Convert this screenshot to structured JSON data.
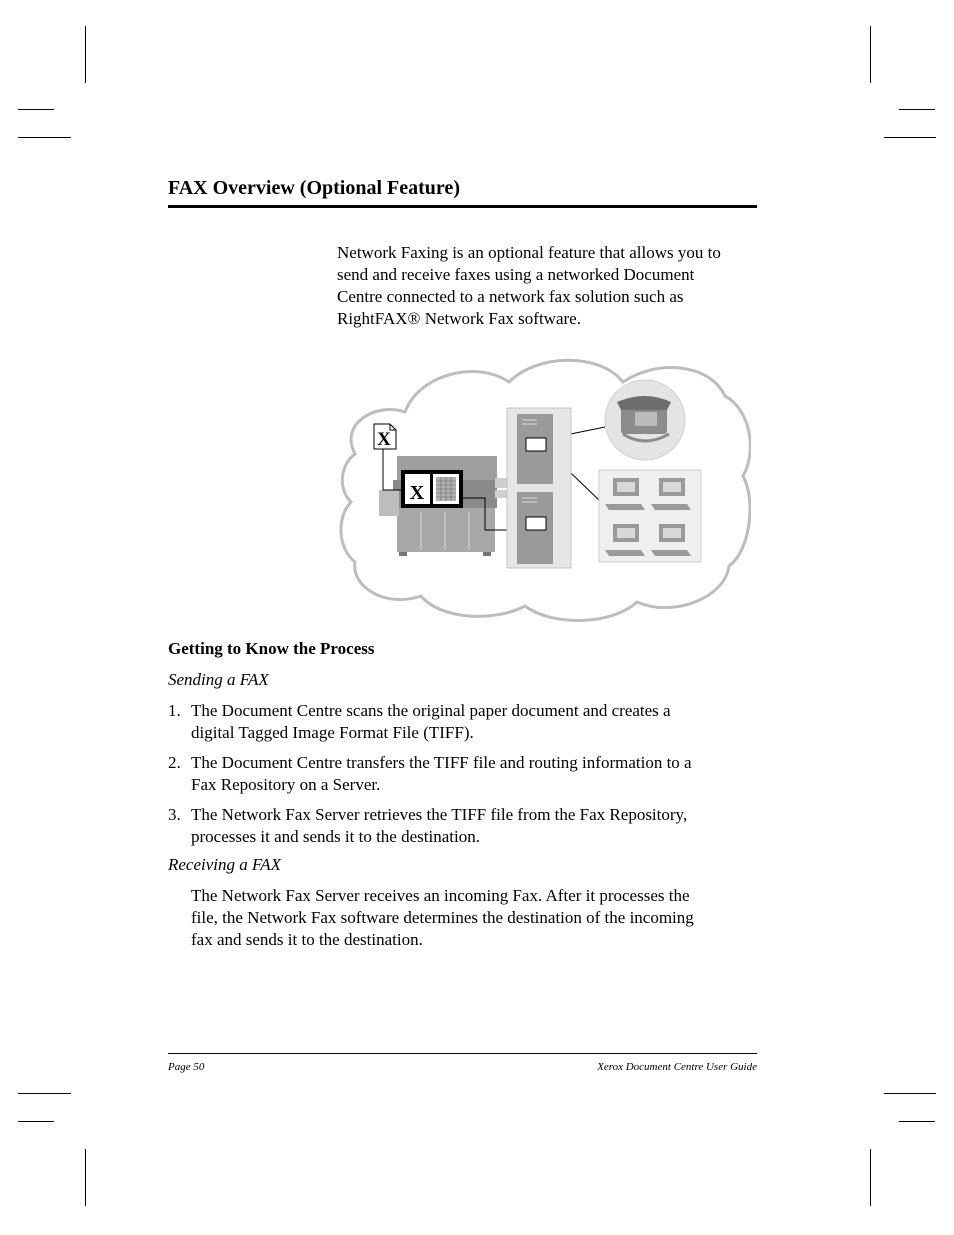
{
  "header": {
    "title": "FAX Overview (Optional Feature)"
  },
  "intro": {
    "lines": [
      "Network Faxing is an optional feature that allows you to",
      "send and receive faxes using a networked Document",
      "Centre connected to a network fax solution such as",
      "RightFAX® Network Fax software."
    ]
  },
  "diagram": {
    "doc_icon_letter": "X",
    "device_icon_letter": "X"
  },
  "process": {
    "heading": "Getting to Know the Process",
    "sending_heading": "Sending a FAX",
    "steps": [
      {
        "number": "1.",
        "lines": [
          "The Document Centre scans the original paper document and creates a",
          "digital Tagged Image Format File (TIFF)."
        ]
      },
      {
        "number": "2.",
        "lines": [
          "The Document Centre transfers the TIFF file and routing information to a",
          "Fax Repository on a Server."
        ]
      },
      {
        "number": "3.",
        "lines": [
          "The Network Fax Server retrieves the TIFF file from the Fax Repository,",
          "processes it and sends it to the destination."
        ]
      }
    ],
    "receiving_heading": "Receiving a FAX",
    "receiving_lines": [
      "The Network Fax Server receives an incoming Fax. After it processes the",
      "file, the Network Fax software determines the destination of the incoming",
      "fax and sends it to the destination."
    ]
  },
  "footer": {
    "page": "Page 50",
    "guide": "Xerox Document Centre User Guide"
  }
}
